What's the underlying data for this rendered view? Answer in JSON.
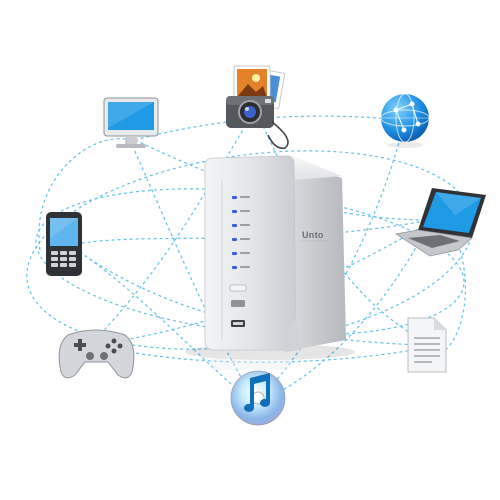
{
  "nas": {
    "brand": "Unto"
  },
  "colors": {
    "connection_line": "#49b7e6",
    "indicator_led": "#3a5fd9",
    "screen_blue": "#1f9be6",
    "nas_body": "#e4e6e9"
  },
  "devices": [
    {
      "name": "desktop-monitor",
      "icon": "monitor-icon"
    },
    {
      "name": "camera-photos",
      "icon": "camera-icon"
    },
    {
      "name": "internet-globe",
      "icon": "globe-icon"
    },
    {
      "name": "laptop",
      "icon": "laptop-icon"
    },
    {
      "name": "document",
      "icon": "document-icon"
    },
    {
      "name": "music-cd",
      "icon": "music-cd-icon"
    },
    {
      "name": "gamepad",
      "icon": "gamepad-icon"
    },
    {
      "name": "mobile-phone",
      "icon": "phone-icon"
    }
  ]
}
